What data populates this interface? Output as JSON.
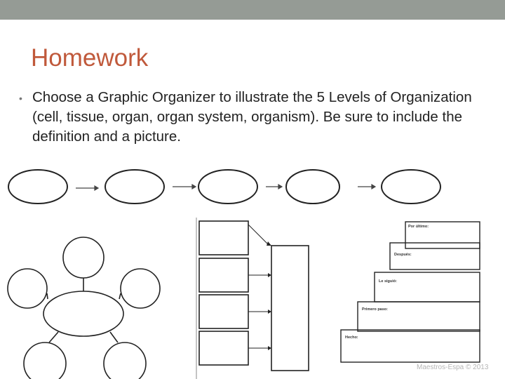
{
  "slide": {
    "title": "Homework",
    "bullet_symbol": "•",
    "bullet_text": "Choose a Graphic Organizer to illustrate the 5 Levels of Organization (cell, tissue, organ, organ system, organism). Be sure to include the definition and a picture.",
    "accent_color": "#c0593b",
    "top_bar_color": "#959b95"
  },
  "organizers": {
    "flow_chain": {
      "ovals": 5
    },
    "staircase": {
      "steps": [
        "Por último:",
        "Después:",
        "Le siguió:",
        "Primero paso:",
        "Hecho:"
      ]
    },
    "watermark": "Maestros-Espa © 2013"
  }
}
